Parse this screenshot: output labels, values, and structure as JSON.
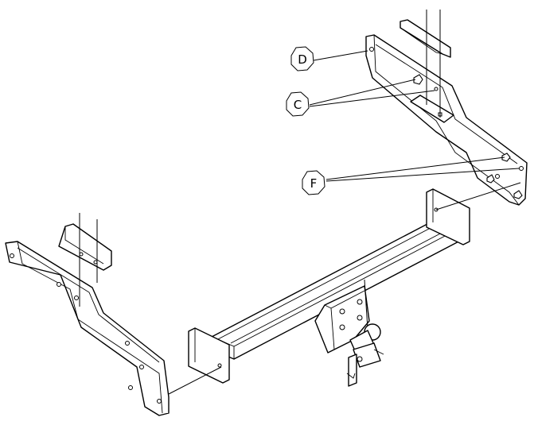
{
  "drawing": {
    "callouts": [
      {
        "id": "D",
        "label": "D"
      },
      {
        "id": "C",
        "label": "C"
      },
      {
        "id": "F",
        "label": "F"
      }
    ]
  },
  "colors": {
    "line": "#000000",
    "background": "#ffffff"
  }
}
